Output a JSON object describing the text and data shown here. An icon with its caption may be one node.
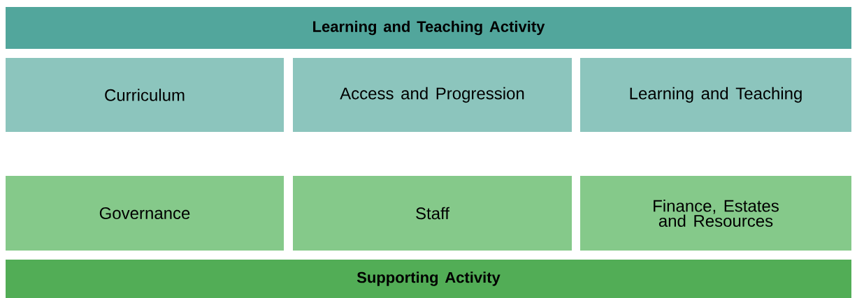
{
  "diagram": {
    "nodes": [
      {
        "text": [
          "Learning and Teaching Activity"
        ]
      },
      {
        "text": [
          "Curriculum"
        ]
      },
      {
        "text": [
          "Access and Progression"
        ]
      },
      {
        "text": [
          "Learning and Teaching"
        ]
      },
      {
        "text": [
          "Governance"
        ]
      },
      {
        "text": [
          "Staff"
        ]
      },
      {
        "text": [
          "Finance, Estates and Resources"
        ]
      },
      {
        "text": [
          "Supporting Activity"
        ]
      }
    ]
  }
}
